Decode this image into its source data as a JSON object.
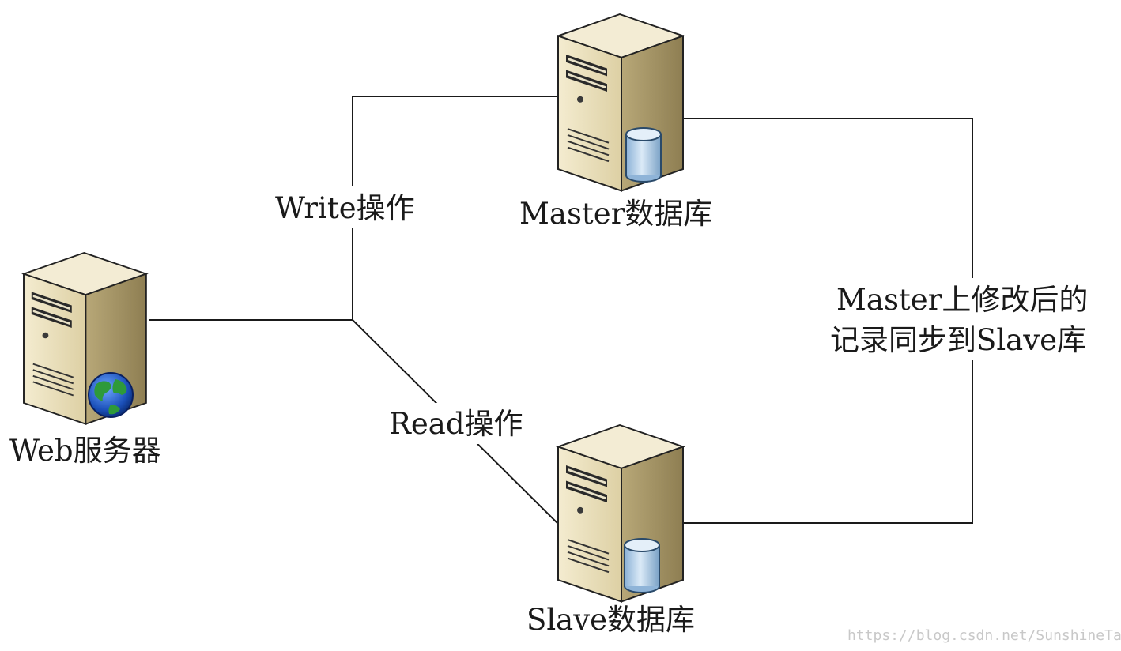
{
  "nodes": {
    "web_server": {
      "label": "Web服务器",
      "icon": "web-server-globe-icon"
    },
    "master_db": {
      "label": "Master数据库",
      "icon": "database-server-icon"
    },
    "slave_db": {
      "label": "Slave数据库",
      "icon": "database-server-icon"
    }
  },
  "edges": {
    "write": {
      "label": "Write操作"
    },
    "read": {
      "label": "Read操作"
    },
    "sync": {
      "label_line1": "Master上修改后的",
      "label_line2": "记录同步到Slave库"
    }
  },
  "watermark": "https://blog.csdn.net/SunshineTan",
  "colors": {
    "server_front": "#ece3c3",
    "server_side": "#a89868",
    "server_top": "#f6f0da",
    "database": "#b8d4ec",
    "line": "#1a1a1a"
  }
}
